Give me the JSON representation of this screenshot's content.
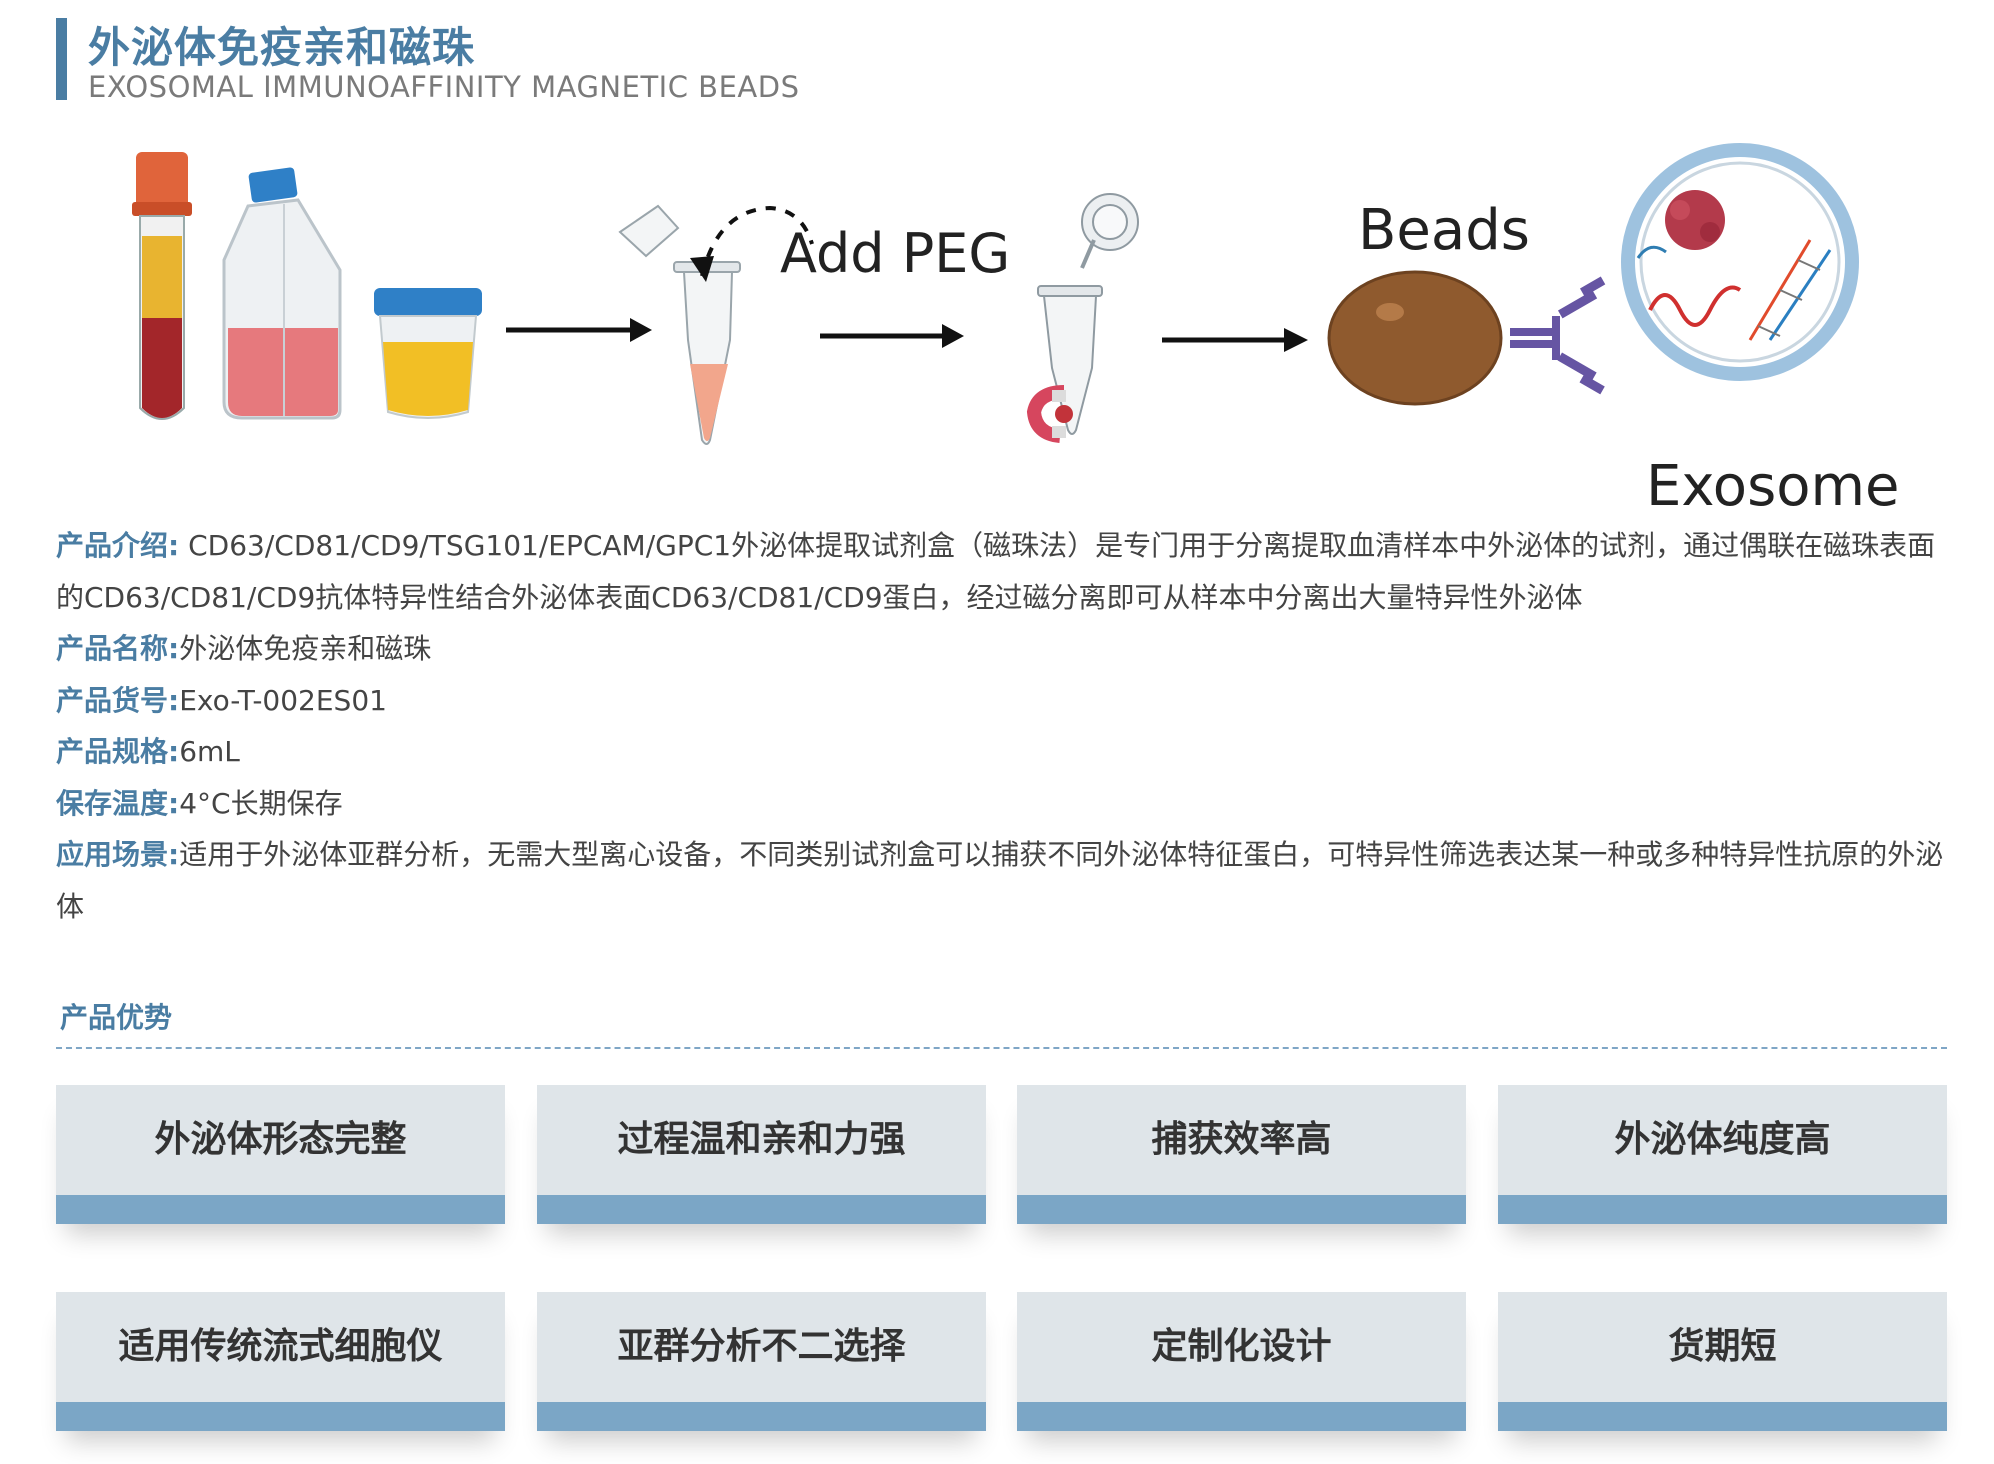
{
  "header": {
    "title_cn": "外泌体免疫亲和磁珠",
    "title_en": "EXOSOMAL IMMUNOAFFINITY MAGNETIC BEADS"
  },
  "diagram": {
    "label_add_peg": "Add PEG",
    "label_beads": "Beads",
    "label_exosome": "Exosome"
  },
  "info": [
    {
      "label": "产品介绍:",
      "text": " CD63/CD81/CD9/TSG101/EPCAM/GPC1外泌体提取试剂盒（磁珠法）是专门用于分离提取血清样本中外泌体的试剂，通过偶联在磁珠表面的CD63/CD81/CD9抗体特异性结合外泌体表面CD63/CD81/CD9蛋白，经过磁分离即可从样本中分离出大量特异性外泌体"
    },
    {
      "label": "产品名称:",
      "text": "外泌体免疫亲和磁珠"
    },
    {
      "label": "产品货号:",
      "text": "Exo-T-002ES01"
    },
    {
      "label": "产品规格:",
      "text": "6mL"
    },
    {
      "label": "保存温度:",
      "text": "4°C长期保存"
    },
    {
      "label": "应用场景:",
      "text": "适用于外泌体亚群分析，无需大型离心设备，不同类别试剂盒可以捕获不同外泌体特征蛋白，可特异性筛选表达某一种或多种特异性抗原的外泌体"
    }
  ],
  "advantages": {
    "title": "产品优势",
    "items": [
      "外泌体形态完整",
      "过程温和亲和力强",
      "捕获效率高",
      "外泌体纯度高",
      "适用传统流式细胞仪",
      "亚群分析不二选择",
      "定制化设计",
      "货期短"
    ]
  }
}
